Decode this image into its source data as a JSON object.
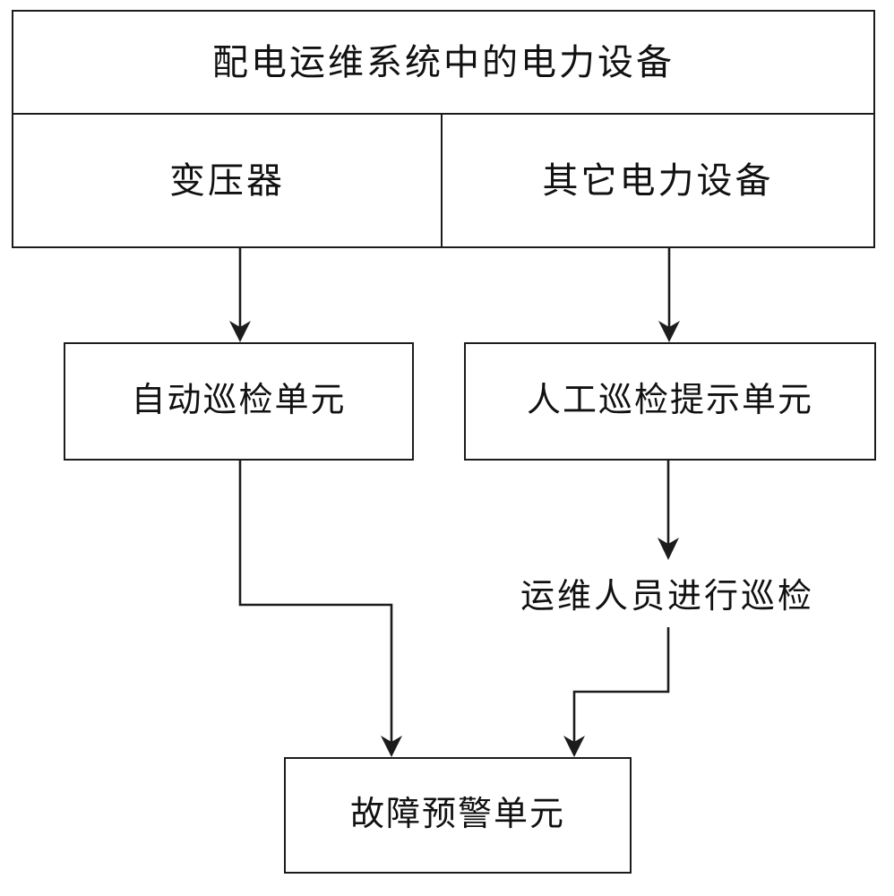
{
  "diagram": {
    "title_node": "配电运维系统中的电力设备",
    "nodes": {
      "system": "配电运维系统中的电力设备",
      "transformer": "变压器",
      "other_equipment": "其它电力设备",
      "auto_inspect_unit": "自动巡检单元",
      "manual_prompt_unit": "人工巡检提示单元",
      "staff_inspect_label": "运维人员进行巡检",
      "fault_alarm_unit": "故障预警单元"
    },
    "edges": [
      {
        "from": "transformer",
        "to": "auto_inspect_unit",
        "arrow": "down"
      },
      {
        "from": "other_equipment",
        "to": "manual_prompt_unit",
        "arrow": "down"
      },
      {
        "from": "manual_prompt_unit",
        "to": "staff_inspect_label",
        "arrow": "down"
      },
      {
        "from": "auto_inspect_unit",
        "to": "fault_alarm_unit",
        "arrow": "down"
      },
      {
        "from": "staff_inspect_label",
        "to": "fault_alarm_unit",
        "arrow": "down"
      }
    ],
    "colors": {
      "stroke": "#1c1c1c",
      "background": "#ffffff",
      "text": "#111111"
    }
  }
}
